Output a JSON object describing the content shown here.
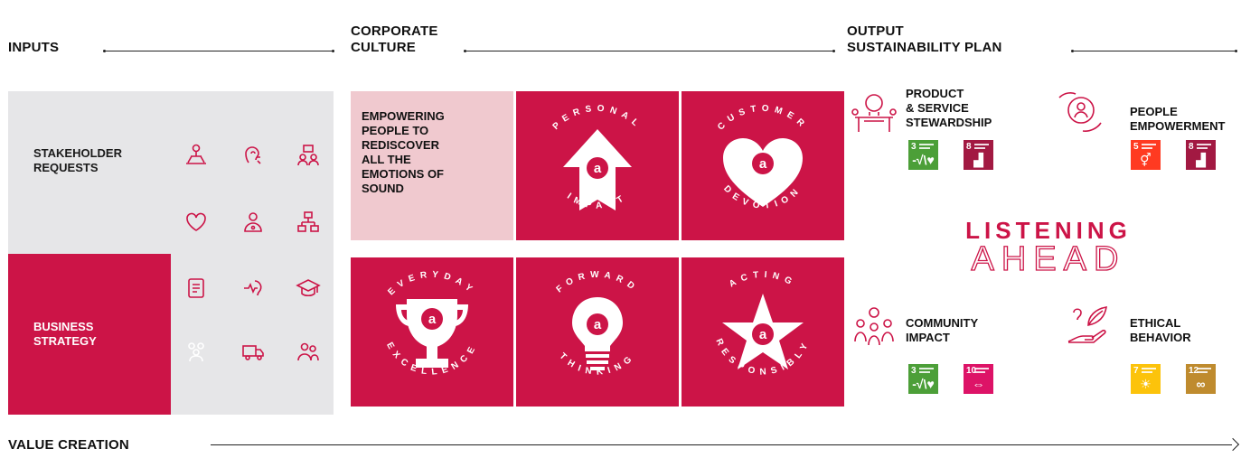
{
  "headers": {
    "inputs": "INPUTS",
    "culture_line1": "CORPORATE",
    "culture_line2": "CULTURE",
    "output_line1": "OUTPUT",
    "output_line2": "SUSTAINABILITY PLAN"
  },
  "inputs": {
    "stakeholder_line1": "STAKEHOLDER",
    "stakeholder_line2": "REQUESTS",
    "business_line1": "BUSINESS",
    "business_line2": "STRATEGY",
    "icons": [
      "org-chart-icon",
      "hearing-icon",
      "people-network-icon",
      "heart-icon",
      "user-icon",
      "hierarchy-icon",
      "document-icon",
      "ear-pulse-icon",
      "graduation-cap-icon",
      "team-icon",
      "truck-icon",
      "users-icon"
    ]
  },
  "culture": {
    "statement": [
      "EMPOWERING",
      "PEOPLE TO",
      "REDISCOVER",
      "ALL THE",
      "EMOTIONS OF",
      "SOUND"
    ],
    "tiles": [
      {
        "top": "PERSONAL",
        "bottom": "IMPACT",
        "icon": "arrow-up-icon"
      },
      {
        "top": "CUSTOMER",
        "bottom": "DEVOTION",
        "icon": "heart-icon"
      },
      {
        "top": "EVERYDAY",
        "bottom": "EXCELLENCE",
        "icon": "trophy-icon"
      },
      {
        "top": "FORWARD",
        "bottom": "THINKING",
        "icon": "lightbulb-icon"
      },
      {
        "top": "ACTING",
        "bottom": "RESPONSIBLY",
        "icon": "star-icon"
      }
    ],
    "logo_letter": "a"
  },
  "output": {
    "product_line1": "PRODUCT",
    "product_line2": "& SERVICE",
    "product_line3": "STEWARDSHIP",
    "people_line1": "PEOPLE",
    "people_line2": "EMPOWERMENT",
    "community_line1": "COMMUNITY",
    "community_line2": "IMPACT",
    "ethical_line1": "ETHICAL",
    "ethical_line2": "BEHAVIOR",
    "listening": "LISTENING",
    "ahead": "AHEAD",
    "sdgs": [
      {
        "num": "3",
        "color": "#4c9f38",
        "sym": "-√\\♥"
      },
      {
        "num": "8",
        "color": "#a21942",
        "sym": "▟"
      },
      {
        "num": "5",
        "color": "#ff3a21",
        "sym": "⚥"
      },
      {
        "num": "8",
        "color": "#a21942",
        "sym": "▟"
      },
      {
        "num": "3",
        "color": "#4c9f38",
        "sym": "-√\\♥"
      },
      {
        "num": "10",
        "color": "#dd1367",
        "sym": "⇔"
      },
      {
        "num": "7",
        "color": "#fcc30b",
        "sym": "☀"
      },
      {
        "num": "12",
        "color": "#bf8b2e",
        "sym": "∞"
      }
    ]
  },
  "footer": {
    "value_creation": "VALUE CREATION"
  },
  "colors": {
    "brand": "#cc1447",
    "pink": "#f0c9cf",
    "gray": "#e6e6e8"
  }
}
